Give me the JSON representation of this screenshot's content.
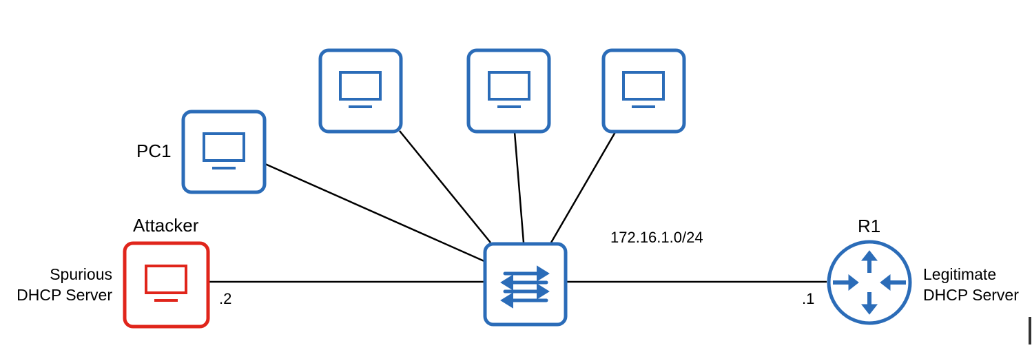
{
  "colors": {
    "device_stroke": "#2b6cb8",
    "attacker_stroke": "#e0251b",
    "link": "#000000",
    "background": "#ffffff"
  },
  "icons": {
    "pc": "monitor-icon",
    "switch": "switch-arrows-icon",
    "router": "router-arrows-icon"
  },
  "devices": {
    "pc1": {
      "label": "PC1"
    },
    "attacker": {
      "label": "Attacker",
      "role_line1": "Spurious",
      "role_line2": "DHCP Server",
      "ip": ".2"
    },
    "router": {
      "label": "R1",
      "role_line1": "Legitimate",
      "role_line2": "DHCP Server",
      "ip": ".1"
    }
  },
  "network": {
    "subnet": "172.16.1.0/24"
  }
}
